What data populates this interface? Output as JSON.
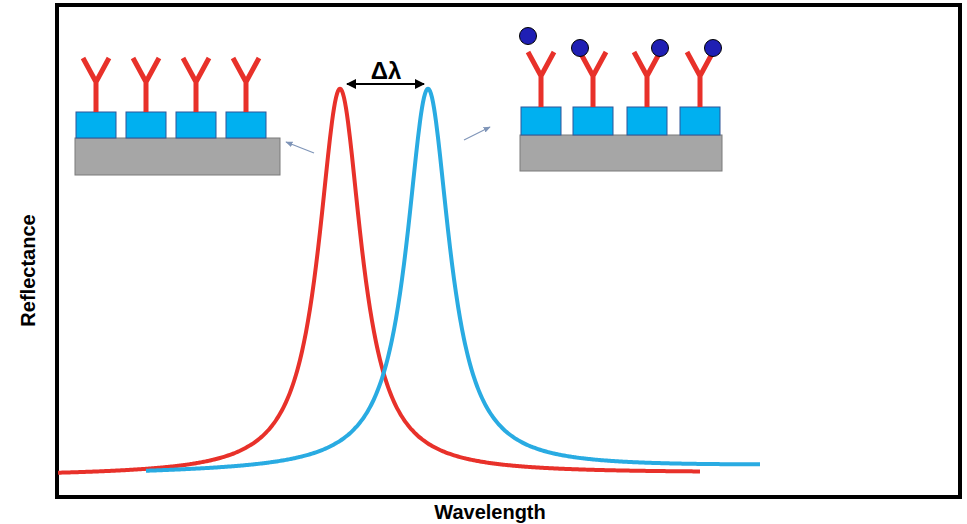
{
  "diagram": {
    "labels": [
      "Δλ",
      "Reflectance",
      "Wavelength"
    ]
  }
}
